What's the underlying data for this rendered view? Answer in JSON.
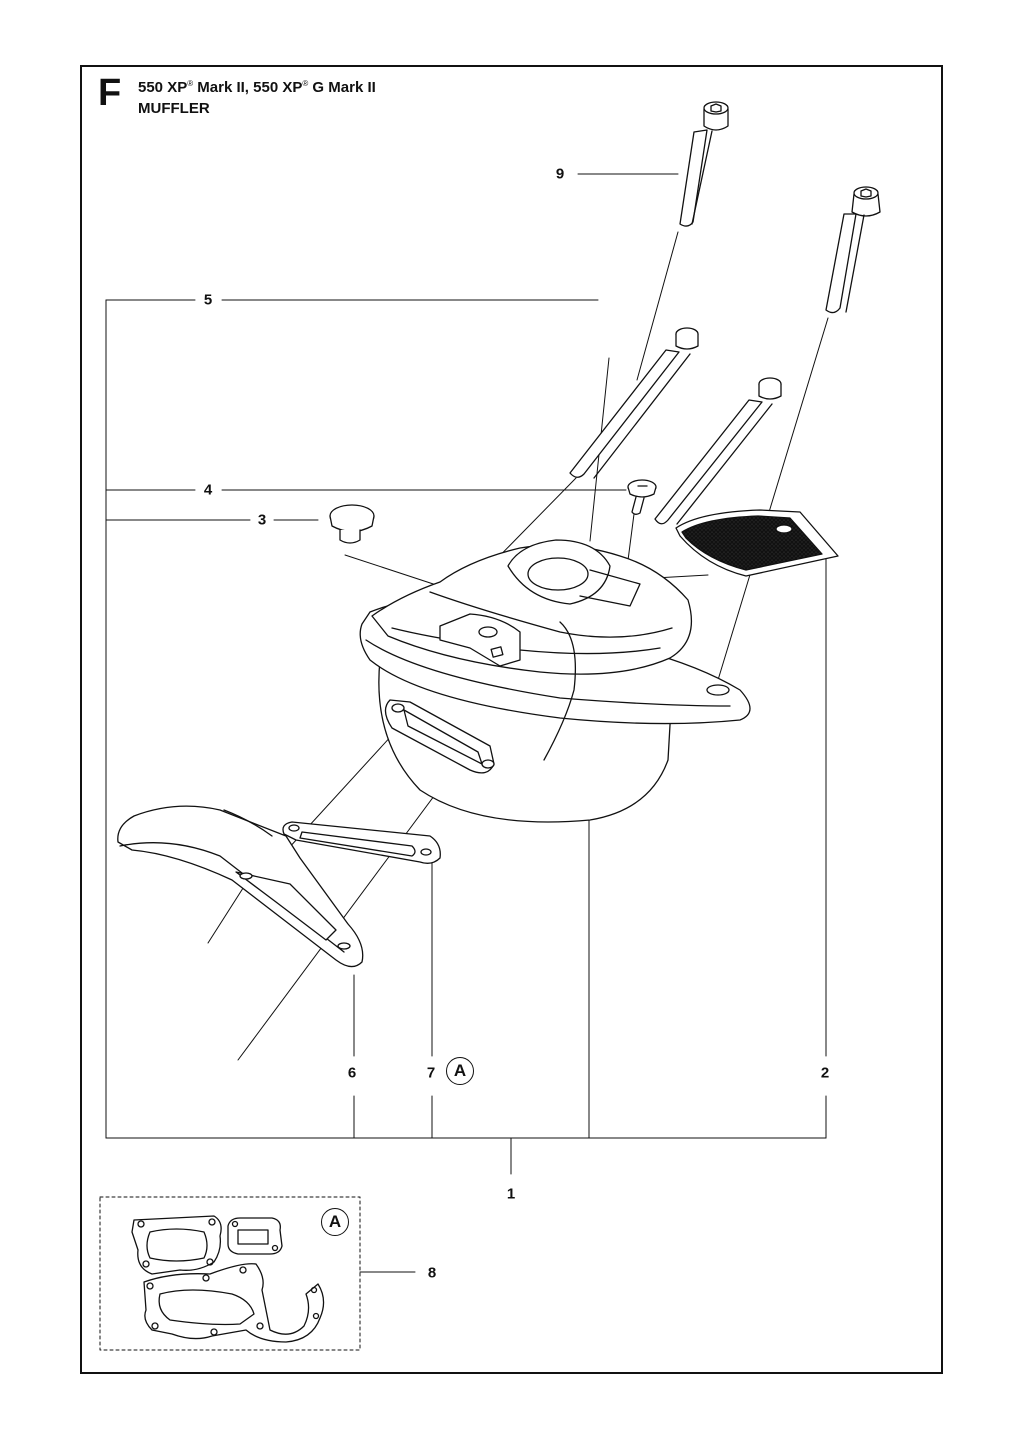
{
  "header": {
    "section_letter": "F",
    "model_part1": "550 XP",
    "reg_symbol": "®",
    "model_part2": " Mark II, 550 XP",
    "model_part3": " G Mark II",
    "subtitle": "MUFFLER"
  },
  "callouts": {
    "c1": "1",
    "c2": "2",
    "c3": "3",
    "c4": "4",
    "c5": "5",
    "c6": "6",
    "c7": "7",
    "c8": "8",
    "c9": "9"
  },
  "kit_marker": "A",
  "colors": {
    "line": "#111111",
    "mesh": "#555555",
    "body_fill": "#ffffff"
  }
}
